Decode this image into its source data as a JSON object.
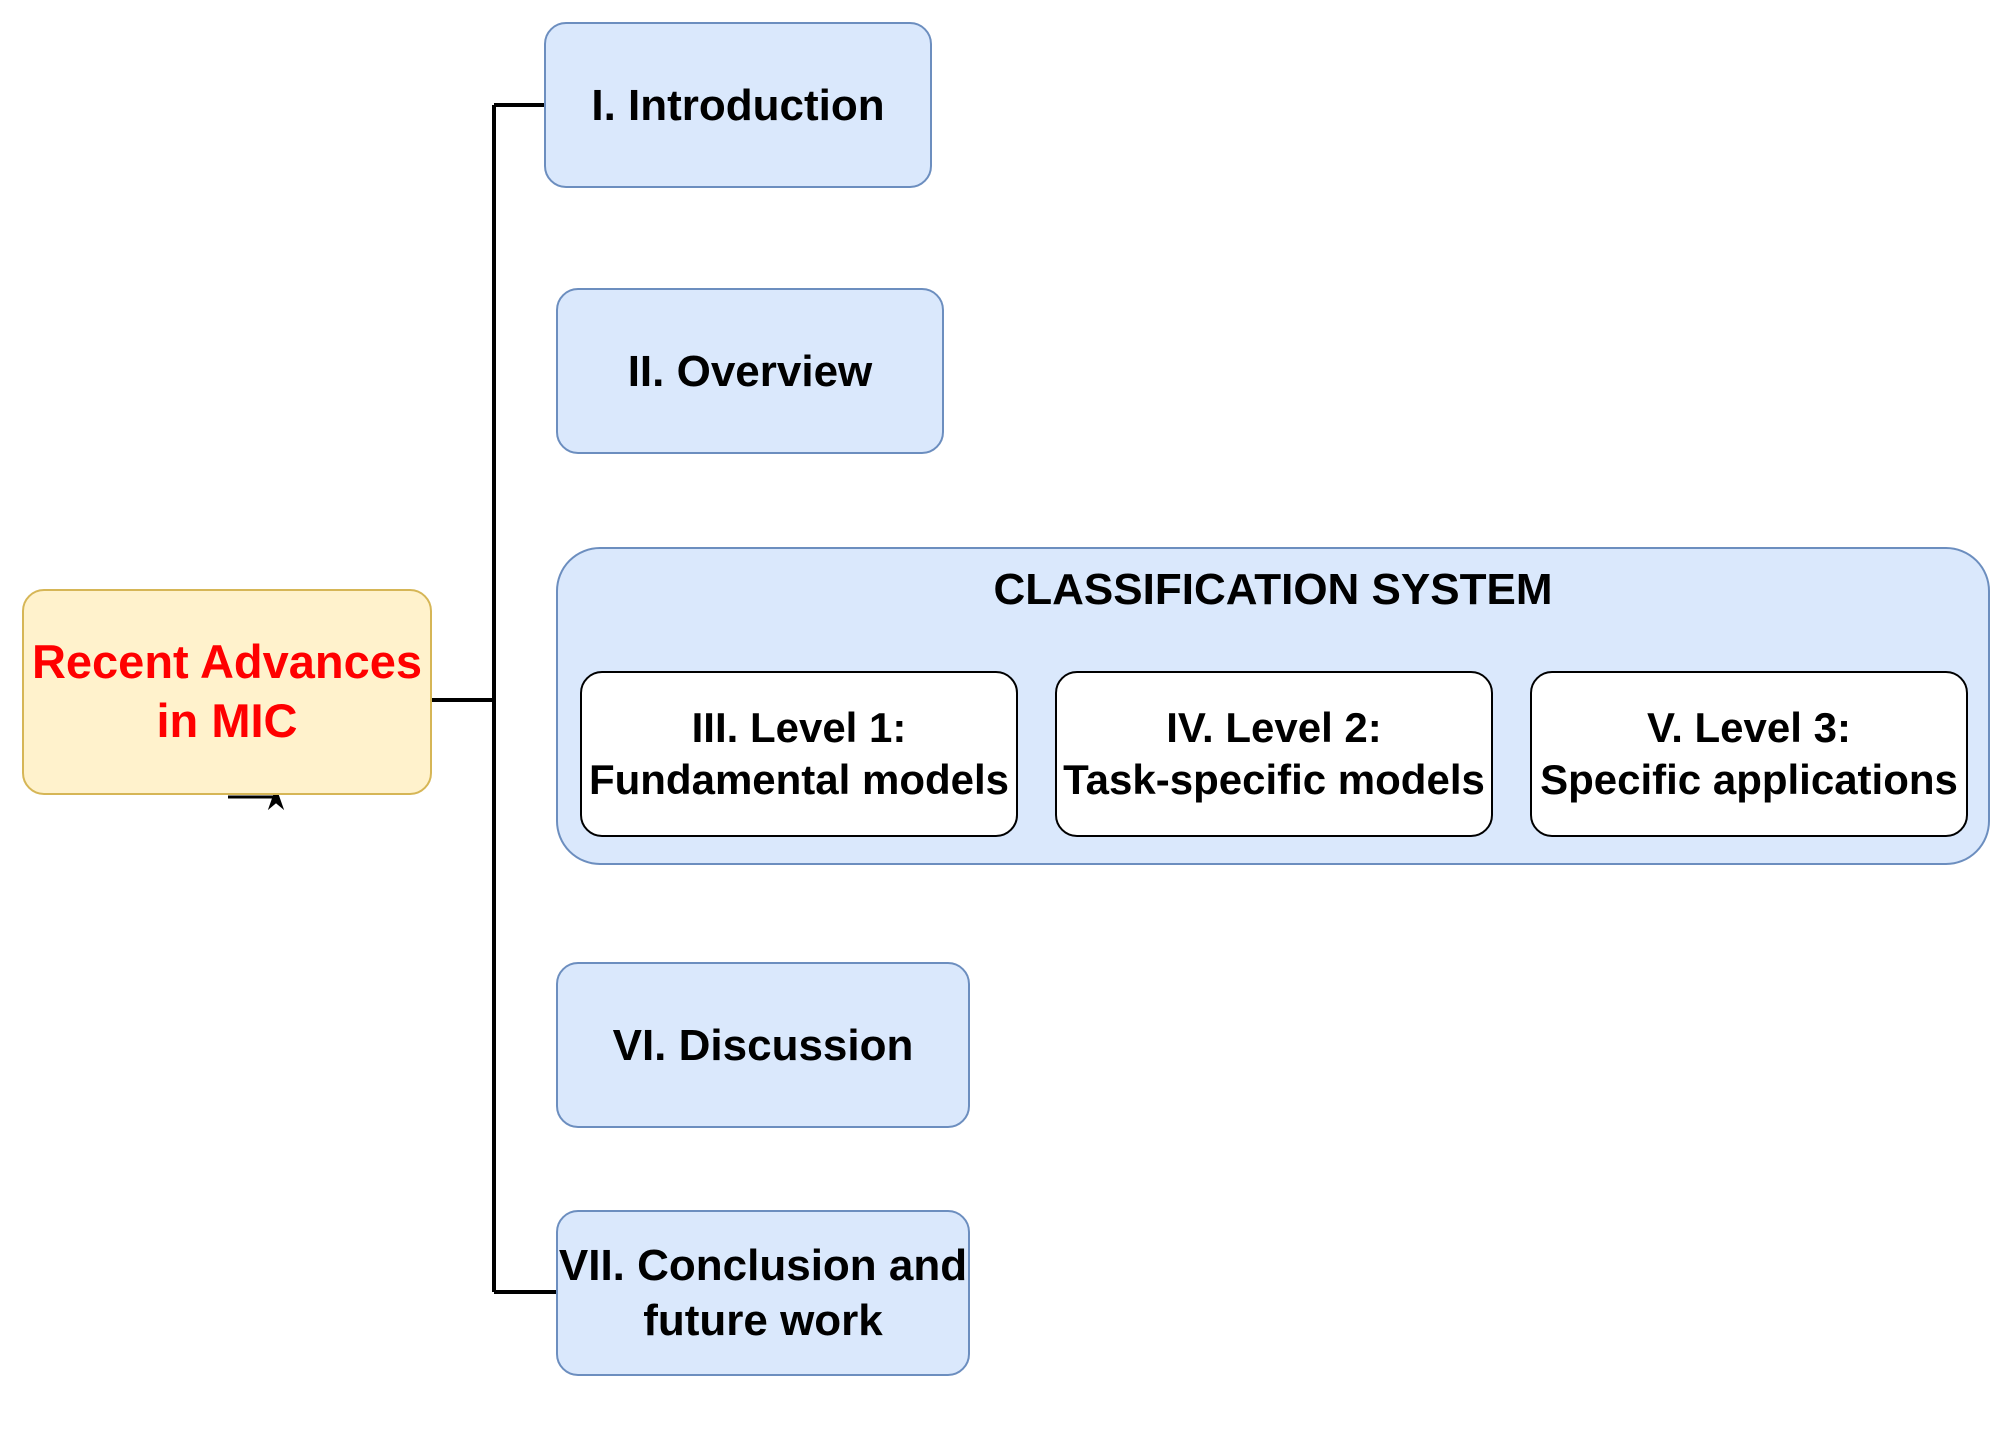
{
  "root": {
    "line1": "Recent Advances",
    "line2": "in MIC"
  },
  "sections": {
    "introduction": "I. Introduction",
    "overview": "II. Overview",
    "discussion": "VI. Discussion",
    "conclusion_line1": "VII. Conclusion and",
    "conclusion_line2": "future work"
  },
  "classification": {
    "title": "CLASSIFICATION SYSTEM",
    "level1": {
      "line1": "III. Level 1:",
      "line2": "Fundamental models"
    },
    "level2": {
      "line1": "IV. Level 2:",
      "line2": "Task-specific models"
    },
    "level3": {
      "line1": "V. Level 3:",
      "line2": "Specific applications"
    }
  },
  "colors": {
    "root_fill": "#fff2cc",
    "root_border": "#d6b656",
    "root_text": "#ff0000",
    "section_fill": "#dae8fc",
    "section_border": "#6c8ebf",
    "connector": "#000000"
  }
}
